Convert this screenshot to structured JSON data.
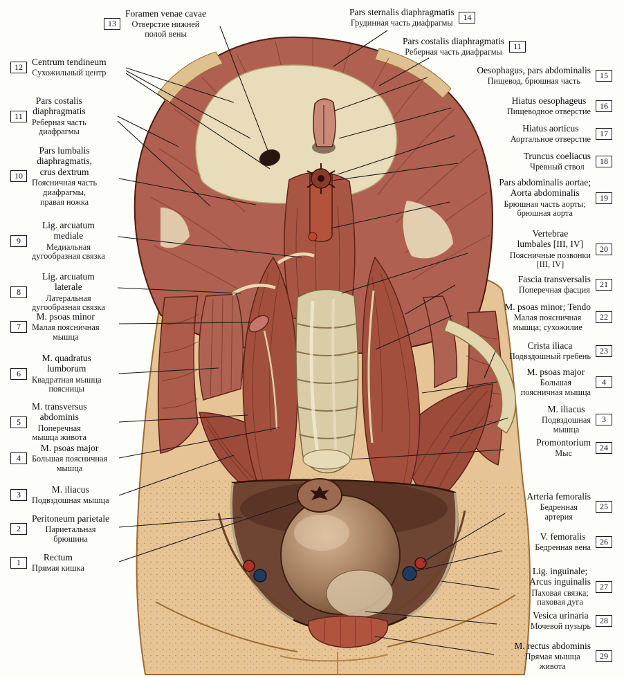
{
  "labels": {
    "left": [
      {
        "num": "13",
        "latin": "Foramen venae cavae",
        "russian": "Отверстие нижней\nполой вены"
      },
      {
        "num": "12",
        "latin": "Centrum tendineum",
        "russian": "Сухожильный центр"
      },
      {
        "num": "11",
        "latin": "Pars costalis\ndiaphragmatis",
        "russian": "Реберная часть\nдиафрагмы"
      },
      {
        "num": "10",
        "latin": "Pars lumbalis\ndiaphragmatis,\ncrus dextrum",
        "russian": "Поясничная часть\nдиафрагмы,\nправая ножка"
      },
      {
        "num": "9",
        "latin": "Lig. arcuatum\nmediale",
        "russian": "Медиальная\nдугообразная связка"
      },
      {
        "num": "8",
        "latin": "Lig. arcuatum\nlaterale",
        "russian": "Латеральная\nдугообразная связка"
      },
      {
        "num": "7",
        "latin": "M. psoas minor",
        "russian": "Малая поясничная\nмышца"
      },
      {
        "num": "6",
        "latin": "M. quadratus\nlumborum",
        "russian": "Квадратная мышца\nпоясницы"
      },
      {
        "num": "5",
        "latin": "M. transversus\nabdominis",
        "russian": "Поперечная\nмышца живота"
      },
      {
        "num": "4",
        "latin": "M. psoas major",
        "russian": "Большая поясничная\nмышца"
      },
      {
        "num": "3",
        "latin": "M. iliacus",
        "russian": "Подвздошная мышца"
      },
      {
        "num": "2",
        "latin": "Peritoneum parietale",
        "russian": "Париетальная\nбрюшина"
      },
      {
        "num": "1",
        "latin": "Rectum",
        "russian": "Прямая кишка"
      }
    ],
    "right": [
      {
        "num": "14",
        "latin": "Pars sternalis diaphragmatis",
        "russian": "Грудинная часть диафрагмы"
      },
      {
        "num": "11",
        "latin": "Pars costalis diaphragmatis",
        "russian": "Реберная часть диафрагмы"
      },
      {
        "num": "15",
        "latin": "Oesophagus, pars abdominalis",
        "russian": "Пищевод, брюшная часть"
      },
      {
        "num": "16",
        "latin": "Hiatus oesophageus",
        "russian": "Пищеводное отверстие"
      },
      {
        "num": "17",
        "latin": "Hiatus aorticus",
        "russian": "Аортальное отверстие"
      },
      {
        "num": "18",
        "latin": "Truncus coeliacus",
        "russian": "Чревный ствол"
      },
      {
        "num": "19",
        "latin": "Pars abdominalis aortae;\nAorta abdominalis",
        "russian": "Брюшная часть аорты;\nбрюшная аорта"
      },
      {
        "num": "20",
        "latin": "Vertebrae\nlumbales [III, IV]",
        "russian": "Поясничные позвонки\n[III, IV]"
      },
      {
        "num": "21",
        "latin": "Fascia transversalis",
        "russian": "Поперечная фасция"
      },
      {
        "num": "22",
        "latin": "M. psoas minor; Tendo",
        "russian": "Малая поясничная\nмышца; сухожилие"
      },
      {
        "num": "23",
        "latin": "Crista iliaca",
        "russian": "Подвздошный гребень"
      },
      {
        "num": "4",
        "latin": "M. psoas major",
        "russian": "Большая\nпоясничная мышца"
      },
      {
        "num": "3",
        "latin": "M. iliacus",
        "russian": "Подвздошная\nмышца"
      },
      {
        "num": "24",
        "latin": "Promontorium",
        "russian": "Мыс"
      },
      {
        "num": "25",
        "latin": "Arteria femoralis",
        "russian": "Бедренная\nартерия"
      },
      {
        "num": "26",
        "latin": "V. femoralis",
        "russian": "Бедренная вена"
      },
      {
        "num": "27",
        "latin": "Lig. inguinale;\nArcus inguinalis",
        "russian": "Паховая связка;\nпаховая дуга"
      },
      {
        "num": "28",
        "latin": "Vesica urinaria",
        "russian": "Мочевой пузырь"
      },
      {
        "num": "29",
        "latin": "M. rectus abdominis",
        "russian": "Прямая мышца\nживота"
      }
    ]
  },
  "colors": {
    "muscle": "#a8513f",
    "tendon": "#e8dcba",
    "flesh": "#e6c495",
    "dark_line": "#1a1a1a",
    "artery": "#b03028",
    "vein": "#1e3a5c",
    "cavity": "#6e4433"
  }
}
